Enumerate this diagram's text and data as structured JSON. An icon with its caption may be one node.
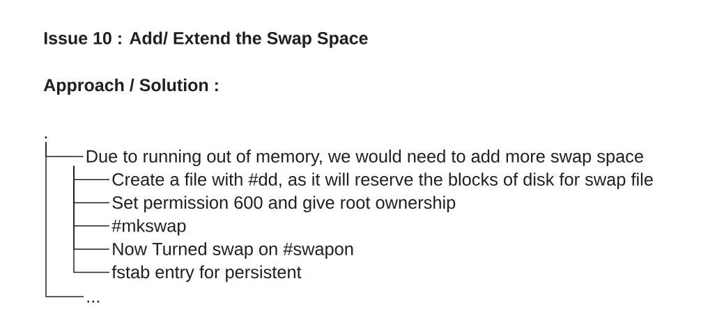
{
  "diagram": {
    "title": "Issue 10 : Add/ Extend the Swap Space",
    "nodes": [
      {
        "text": [
          "."
        ]
      },
      {
        "text": [
          "Due to running out of memory, we would need to add more swap space"
        ]
      },
      {
        "text": [
          "Create a file with #dd, as it will reserve the blocks of disk for swap file"
        ]
      },
      {
        "text": [
          "Set permission 600 and give root ownership"
        ]
      },
      {
        "text": [
          "#mkswap"
        ]
      },
      {
        "text": [
          "Now Turned swap on #swapon"
        ]
      },
      {
        "text": [
          "fstab entry for persistent"
        ]
      },
      {
        "text": [
          "..."
        ]
      }
    ],
    "edges": [
      {
        "from": 0,
        "to": 1,
        "arrow": "none"
      },
      {
        "from": 1,
        "to": 2,
        "arrow": "none"
      },
      {
        "from": 1,
        "to": 3,
        "arrow": "none"
      },
      {
        "from": 1,
        "to": 4,
        "arrow": "none"
      },
      {
        "from": 1,
        "to": 5,
        "arrow": "none"
      },
      {
        "from": 1,
        "to": 6,
        "arrow": "none"
      },
      {
        "from": 0,
        "to": 7,
        "arrow": "none"
      }
    ],
    "labels": [
      "Approach / Solution :"
    ]
  }
}
